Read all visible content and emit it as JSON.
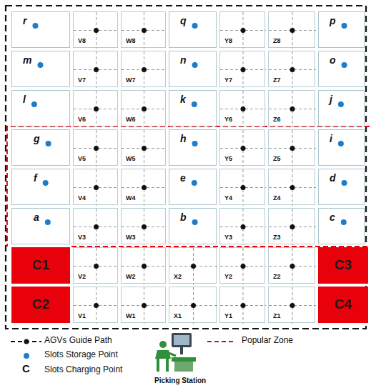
{
  "diagram": {
    "nodes": [
      {
        "text": [
          "r"
        ]
      },
      {
        "text": [
          "V8"
        ]
      },
      {
        "text": [
          "W8"
        ]
      },
      {
        "text": [
          "q"
        ]
      },
      {
        "text": [
          "Y8"
        ]
      },
      {
        "text": [
          "Z8"
        ]
      },
      {
        "text": [
          "p"
        ]
      },
      {
        "text": [
          "m"
        ]
      },
      {
        "text": [
          "V7"
        ]
      },
      {
        "text": [
          "W7"
        ]
      },
      {
        "text": [
          "n"
        ]
      },
      {
        "text": [
          "Y7"
        ]
      },
      {
        "text": [
          "Z7"
        ]
      },
      {
        "text": [
          "o"
        ]
      },
      {
        "text": [
          "l"
        ]
      },
      {
        "text": [
          "V6"
        ]
      },
      {
        "text": [
          "W6"
        ]
      },
      {
        "text": [
          "k"
        ]
      },
      {
        "text": [
          "Y6"
        ]
      },
      {
        "text": [
          "Z6"
        ]
      },
      {
        "text": [
          "j"
        ]
      },
      {
        "text": [
          "g"
        ]
      },
      {
        "text": [
          "V5"
        ]
      },
      {
        "text": [
          "W5"
        ]
      },
      {
        "text": [
          "h"
        ]
      },
      {
        "text": [
          "Y5"
        ]
      },
      {
        "text": [
          "Z5"
        ]
      },
      {
        "text": [
          "i"
        ]
      },
      {
        "text": [
          "f"
        ]
      },
      {
        "text": [
          "V4"
        ]
      },
      {
        "text": [
          "W4"
        ]
      },
      {
        "text": [
          "e"
        ]
      },
      {
        "text": [
          "Y4"
        ]
      },
      {
        "text": [
          "Z4"
        ]
      },
      {
        "text": [
          "d"
        ]
      },
      {
        "text": [
          "a"
        ]
      },
      {
        "text": [
          "V3"
        ]
      },
      {
        "text": [
          "W3"
        ]
      },
      {
        "text": [
          "b"
        ]
      },
      {
        "text": [
          "Y3"
        ]
      },
      {
        "text": [
          "Z3"
        ]
      },
      {
        "text": [
          "c"
        ]
      },
      {
        "text": [
          "C1"
        ]
      },
      {
        "text": [
          "V2"
        ]
      },
      {
        "text": [
          "W2"
        ]
      },
      {
        "text": [
          "X2"
        ]
      },
      {
        "text": [
          "Y2"
        ]
      },
      {
        "text": [
          "Z2"
        ]
      },
      {
        "text": [
          "C3"
        ]
      },
      {
        "text": [
          "C2"
        ]
      },
      {
        "text": [
          "V1"
        ]
      },
      {
        "text": [
          "W1"
        ]
      },
      {
        "text": [
          "X1"
        ]
      },
      {
        "text": [
          "Y1"
        ]
      },
      {
        "text": [
          "Z1"
        ]
      },
      {
        "text": [
          "C4"
        ]
      }
    ],
    "labels": [
      "C",
      "Picking Station"
    ],
    "legend": [
      {
        "text": "AGVs Guide Path"
      },
      {
        "text": "Slots Storage Point"
      },
      {
        "text": "Slots Charging Point"
      },
      {
        "text": "Popular Zone"
      }
    ]
  }
}
